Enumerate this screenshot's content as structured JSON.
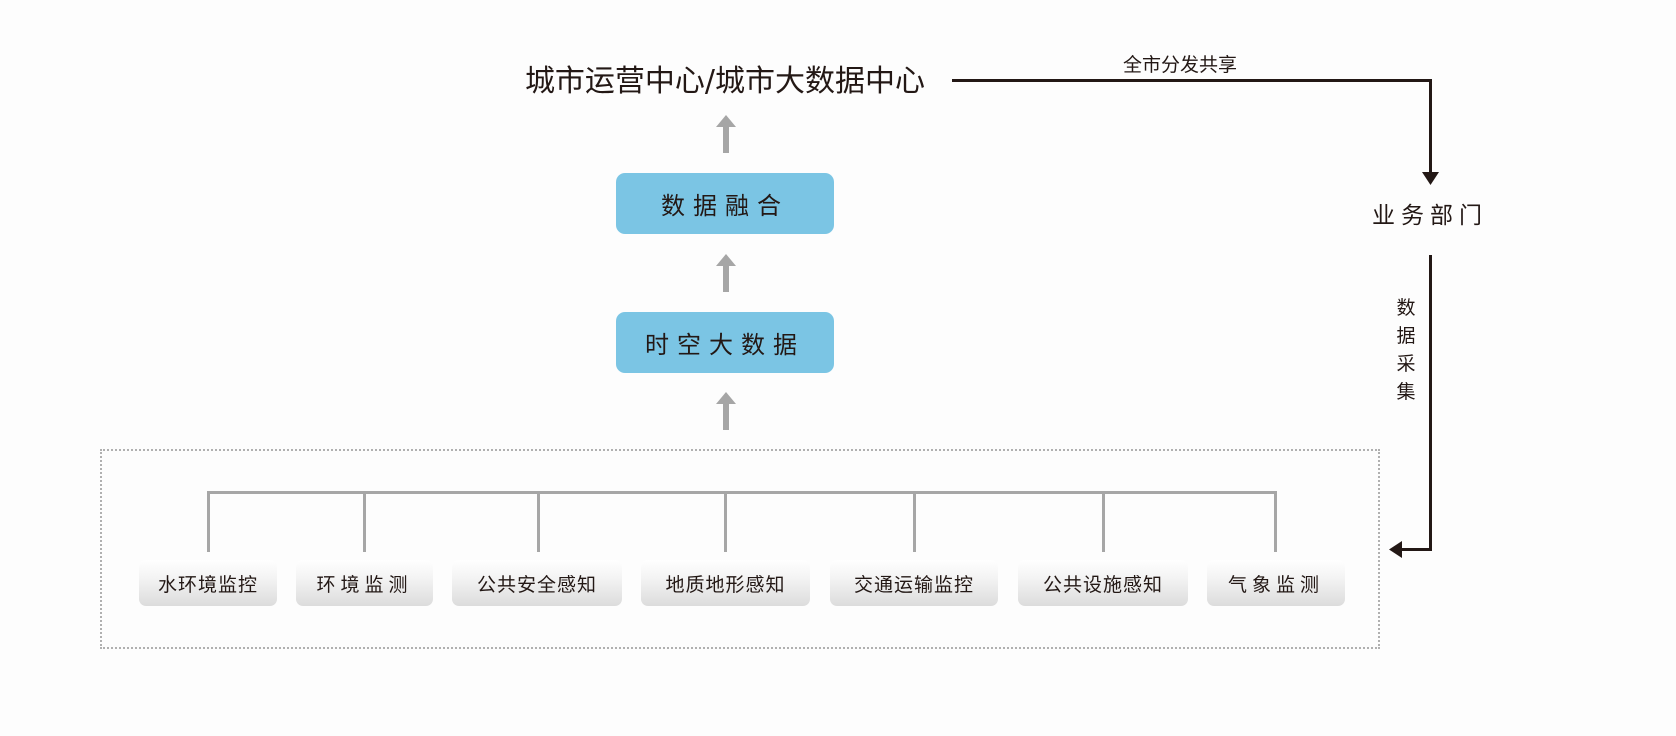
{
  "title": "城市运营中心/城市大数据中心",
  "share_label": "全市分发共享",
  "department": "业务部门",
  "collect_label": "数据采集",
  "fusion": "数据融合",
  "spatiotemporal": "时空大数据",
  "sources": [
    "水环境监控",
    "环境监测",
    "公共安全感知",
    "地质地形感知",
    "交通运输监控",
    "公共设施感知",
    "气象监测"
  ],
  "colors": {
    "box": "#7bc5e4",
    "arrow": "#a6a6a6",
    "line": "#231815"
  }
}
